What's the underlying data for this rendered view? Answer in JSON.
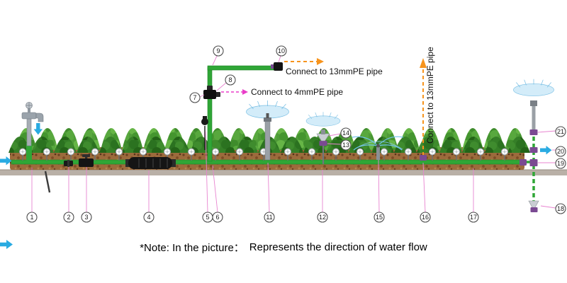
{
  "diagram": {
    "callouts": [
      "1",
      "2",
      "3",
      "4",
      "5",
      "6",
      "7",
      "8",
      "9",
      "10",
      "11",
      "12",
      "13",
      "14",
      "15",
      "16",
      "17",
      "18",
      "19",
      "20",
      "21"
    ],
    "annotations": {
      "connect_13mm_top": "Connect to 13mmPE pipe",
      "connect_4mm": "Connect to 4mmPE pipe",
      "connect_13mm_riser": "Connect to 13mmPE pipe"
    },
    "note": {
      "prefix": "*Note: In the picture：",
      "suffix": "Represents the direction of water flow"
    },
    "colors": {
      "pipe_green": "#2fa636",
      "flow_arrow_blue": "#29abe2",
      "pe_pipe_orange": "#f7941d",
      "leader_pink": "#e884d0"
    }
  }
}
